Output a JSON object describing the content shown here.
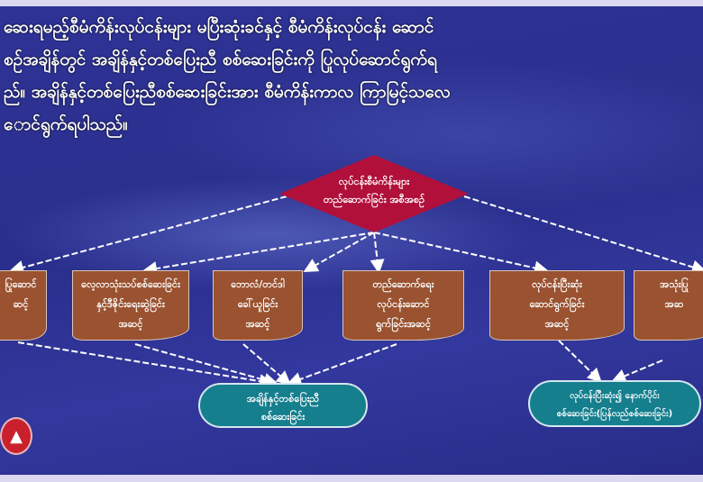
{
  "paragraph": {
    "lines": [
      "ဆေးရမည့်စီမံကိန်းလုပ်ငန်းများ မပြီးဆုံးခင်နှင့် စီမံကိန်းလုပ်ငန်း ဆောင်",
      "စဉ်အချိန်တွင် အချိန်နှင့်တစ်ပြေးညီ စစ်ဆေးခြင်းကို ပြုလုပ်ဆောင်ရွက်ရ",
      "ည်။ အချိန်နှင့်တစ်ပြေးညီစစ်ဆေးခြင်းအား စီမံကိန်းကာလ ကြာမြင့်သလေ",
      "ောင်ရွက်ရပါသည်။"
    ]
  },
  "diagram": {
    "root": {
      "line1": "လုပ်ငန်းစီမံကိန်းများ",
      "line2": "တည်ဆောက်ခြင်း အစီအစဉ်"
    },
    "stages": [
      {
        "line1": "ပြုဆောင်",
        "line2": "ဆင့်",
        "line3": ""
      },
      {
        "line1": "လေ့လာသုံးသပ်စစ်ဆေးခြင်း",
        "line2": "နှင့်ဒီဇိုင်းရေးဆွဲခြင်း",
        "line3": "အဆင့်"
      },
      {
        "line1": "ဘောလံ/တင်ဒါ",
        "line2": "ခေါ်ယူခြင်း",
        "line3": "အဆင့်"
      },
      {
        "line1": "တည်ဆောက်ရေး",
        "line2": "လုပ်ငန်းဆောင်",
        "line3": "ရွက်ခြင်းအဆင့်"
      },
      {
        "line1": "လုပ်ငန်းပြီးဆုံး",
        "line2": "ဆောင်ရွက်ခြင်း",
        "line3": "အဆင့်"
      },
      {
        "line1": "အသုံးပြု",
        "line2": "အဆ",
        "line3": ""
      }
    ],
    "outcomes": [
      {
        "line1": "အချိန်နှင့်တစ်ပြေးညီ",
        "line2": "စစ်ဆေးခြင်း"
      },
      {
        "line1": "လုပ်ငန်းပြီးဆုံး၍ နောက်ပိုင်း",
        "line2": "စစ်ဆေးခြင်း(ပြန်လည်စစ်ဆေးခြင်း)"
      }
    ]
  },
  "colors": {
    "background": "#2b2f92",
    "diamond": "#b0103a",
    "box": "#9a5230",
    "oval": "#157f8e"
  }
}
